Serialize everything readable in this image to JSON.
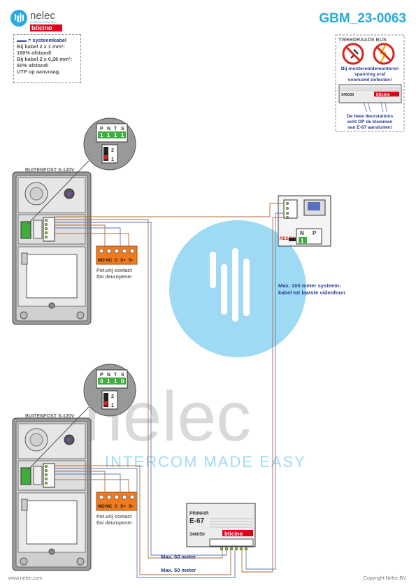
{
  "header": {
    "doc_code": "GBM_23-0063",
    "logo_name": "nelec",
    "logo_tagline": "INTERCOM MADE EASY",
    "logo_brand": "bticino"
  },
  "notes": {
    "line1": "= systeemkabel",
    "line2": "Bij kabel 2 x 1 mm²:",
    "line3": "180% afstand!",
    "line4": "Bij kabel 2 x 0,28 mm²:",
    "line5": "60% afstand!",
    "line6": "UTP op aanvraag."
  },
  "warning": {
    "title": "TWEEDRAADS BUS",
    "msg1": "Bij monteren/demonteren",
    "msg2": "spanning eraf",
    "msg3": "voorkomt defecten!",
    "module_code": "346050",
    "module_brand": "bticino",
    "msg4": "De twee deurstations",
    "msg5": "echt OP de klemmen",
    "msg6": "van E-67 aansluiten!"
  },
  "panel_top": {
    "title": "BUITENPOST S-120V",
    "dip_labels": [
      "P",
      "N",
      "T",
      "S"
    ],
    "dip_values": [
      "1",
      "1",
      "1",
      "1"
    ],
    "relay_terms": [
      "NO",
      "NC",
      "C",
      "S+",
      "S-"
    ],
    "relay_label1": "Pot.vrij contact",
    "relay_label2": "tbv deuropener",
    "switch_labels": [
      "2",
      "1"
    ]
  },
  "panel_bottom": {
    "title": "BUITENPOST S-120V",
    "dip_labels": [
      "P",
      "N",
      "T",
      "S"
    ],
    "dip_values": [
      "0",
      "1",
      "1",
      "0"
    ],
    "relay_terms": [
      "NO",
      "NC",
      "C",
      "S+",
      "S-"
    ],
    "relay_label1": "Pot.vrij contact",
    "relay_label2": "tbv deuropener",
    "switch_labels": [
      "2",
      "1"
    ]
  },
  "videophone": {
    "dip_labels": [
      "N",
      "P"
    ],
    "dip_value": "1",
    "term_label": "RES/ON",
    "note1": "Max. 100 meter systeem-",
    "note2": "kabel tot laatste videofoon"
  },
  "power_supply": {
    "label": "PRIMAIR",
    "model": "E-67",
    "code": "346050",
    "brand": "bticino"
  },
  "distances": {
    "top": "Max. 50 meter",
    "bottom": "Max. 50 meter"
  },
  "watermark": {
    "word": "nelec",
    "tagline": "INTERCOM MADE EASY"
  },
  "footer": {
    "left": "www.nelec.com",
    "right": "Copyright Nelec BV"
  },
  "colors": {
    "accent": "#29a9e1",
    "brand_red": "#e2001a",
    "relay_orange": "#f07b1e",
    "wire_blue": "#5a78b5",
    "wire_brown": "#b26a3a",
    "label_blue": "#2a3c8f"
  }
}
